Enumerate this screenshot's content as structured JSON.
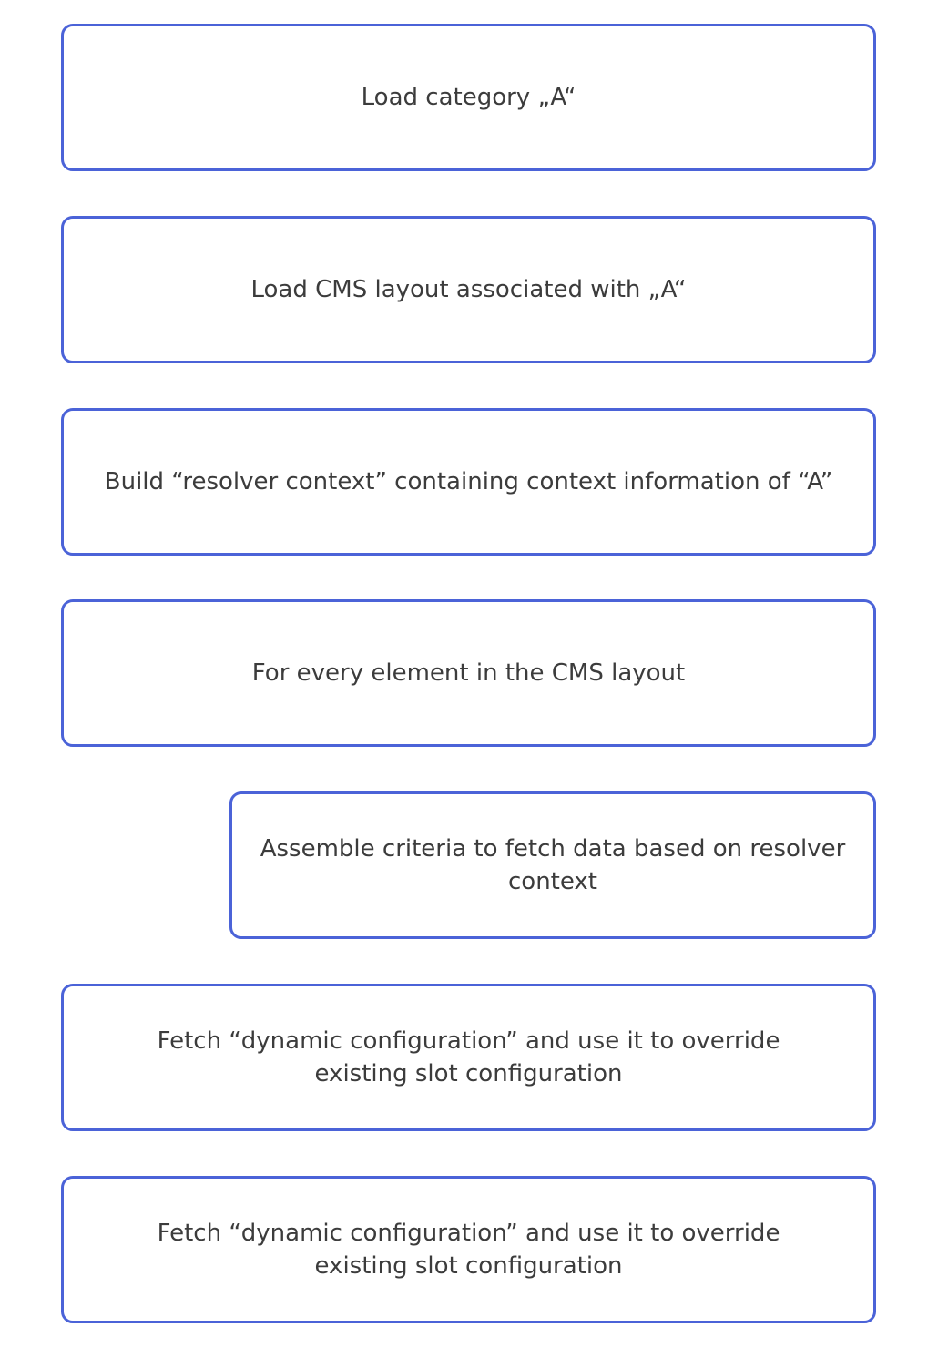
{
  "steps": [
    {
      "text": "Load category „A“"
    },
    {
      "text": "Load CMS layout associated with „A“"
    },
    {
      "text": "Build “resolver context” containing context information of “A”"
    },
    {
      "text": "For every element in the CMS layout"
    },
    {
      "text": "Assemble criteria to fetch data based on resolver context"
    },
    {
      "text": "Fetch “dynamic configuration” and use it to override existing slot configuration"
    },
    {
      "text": "Fetch “dynamic configuration” and use it to override existing slot configuration"
    }
  ],
  "colors": {
    "box_border": "#4b63d8",
    "text": "#3c3c3c",
    "background": "#ffffff"
  }
}
